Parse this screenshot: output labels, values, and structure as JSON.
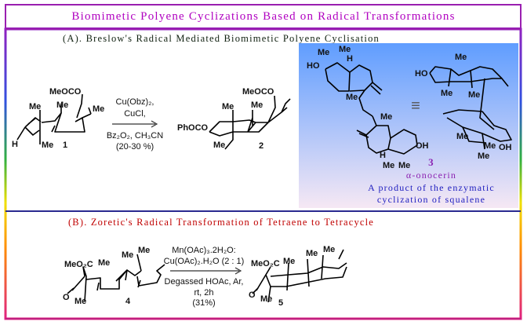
{
  "title": "Biomimetic Polyene Cyclizations Based on Radical Transformations",
  "colors": {
    "title": "#b000c0",
    "frame": "#9a1fb0",
    "panel_top": "#5f9dff",
    "panel_bottom": "#f3e6f6",
    "section_b": "#c00000",
    "onocerin": "#8a1fb0",
    "caption": "#2020c0"
  },
  "section_a": {
    "heading": "(A). Breslow's Radical Mediated Biomimetic Polyene Cyclisation",
    "compound1": {
      "number": "1",
      "labels": [
        "MeOCO",
        "Me",
        "Me",
        "Me",
        "H",
        "Me"
      ]
    },
    "reagents": [
      "Cu(Obz)₂,",
      "CuCl,",
      "Bz₂O₂, CH₃CN",
      "(20-30 %)"
    ],
    "compound2": {
      "number": "2",
      "labels": [
        "MeOCO",
        "Me",
        "Me",
        "PhOCO",
        "Me"
      ]
    },
    "panel": {
      "labels": [
        "Me",
        "Me",
        "H",
        "HO",
        "Me",
        "Me",
        "HO",
        "Me",
        "Me",
        "Me",
        "OH",
        "H",
        "Me",
        "Me",
        "Me",
        "Me",
        "OH",
        "Me"
      ],
      "equiv": "≡",
      "number": "3",
      "name": "α-onocerin",
      "caption1": "A product of the enzymatic",
      "caption2": "cyclization of squalene"
    }
  },
  "section_b": {
    "heading": "(B). Zoretic's Radical Transformation of Tetraene to Tetracycle",
    "compound4": {
      "number": "4",
      "labels": [
        "MeO₂C",
        "Me",
        "Me",
        "Me",
        "O",
        "Me"
      ]
    },
    "reagents": [
      "Mn(OAc)₃.2H₂O:",
      "Cu(OAc)₂.H₂O (2 : 1)",
      "Degassed HOAc, Ar,",
      "rt, 2h",
      "(31%)"
    ],
    "compound5": {
      "number": "5",
      "labels": [
        "MeO₂C",
        "Me",
        "Me",
        "Me",
        "O",
        "Me"
      ]
    }
  }
}
